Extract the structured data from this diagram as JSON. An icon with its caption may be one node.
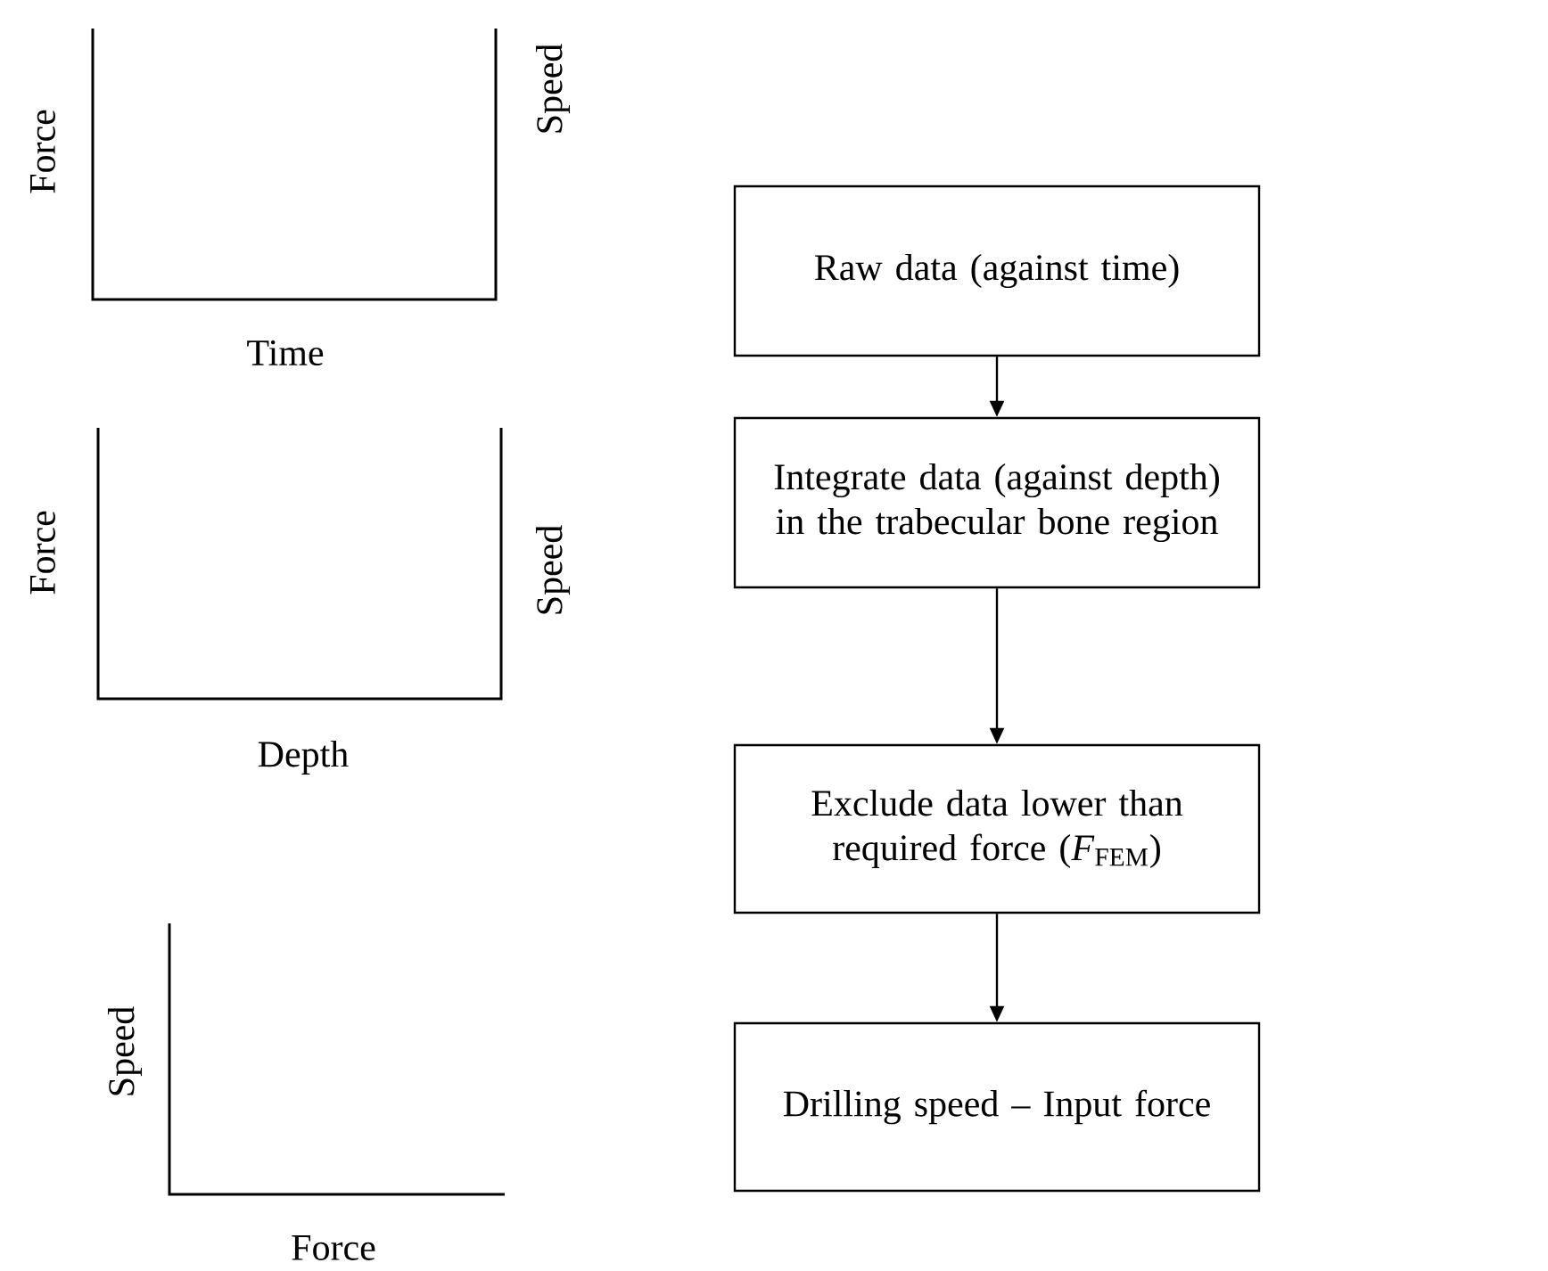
{
  "diagram": {
    "nodes": [
      {
        "text": [
          "Raw data (against time)"
        ]
      },
      {
        "text": [
          "Integrate data (against depth) in the trabecular bone region"
        ]
      },
      {
        "text": [
          "Exclude data lower than required force (*F*$_{FEM}$)"
        ]
      },
      {
        "text": [
          "Drilling speed – Input force"
        ]
      }
    ],
    "edges": [
      {
        "from": 0,
        "to": 1,
        "arrow": "to"
      },
      {
        "from": 1,
        "to": 2,
        "arrow": "to"
      },
      {
        "from": 2,
        "to": 3,
        "arrow": "to"
      }
    ],
    "labels": [
      "Force",
      "Speed",
      "Time",
      "Force",
      "Speed",
      "Depth",
      "Speed",
      "Force"
    ]
  }
}
